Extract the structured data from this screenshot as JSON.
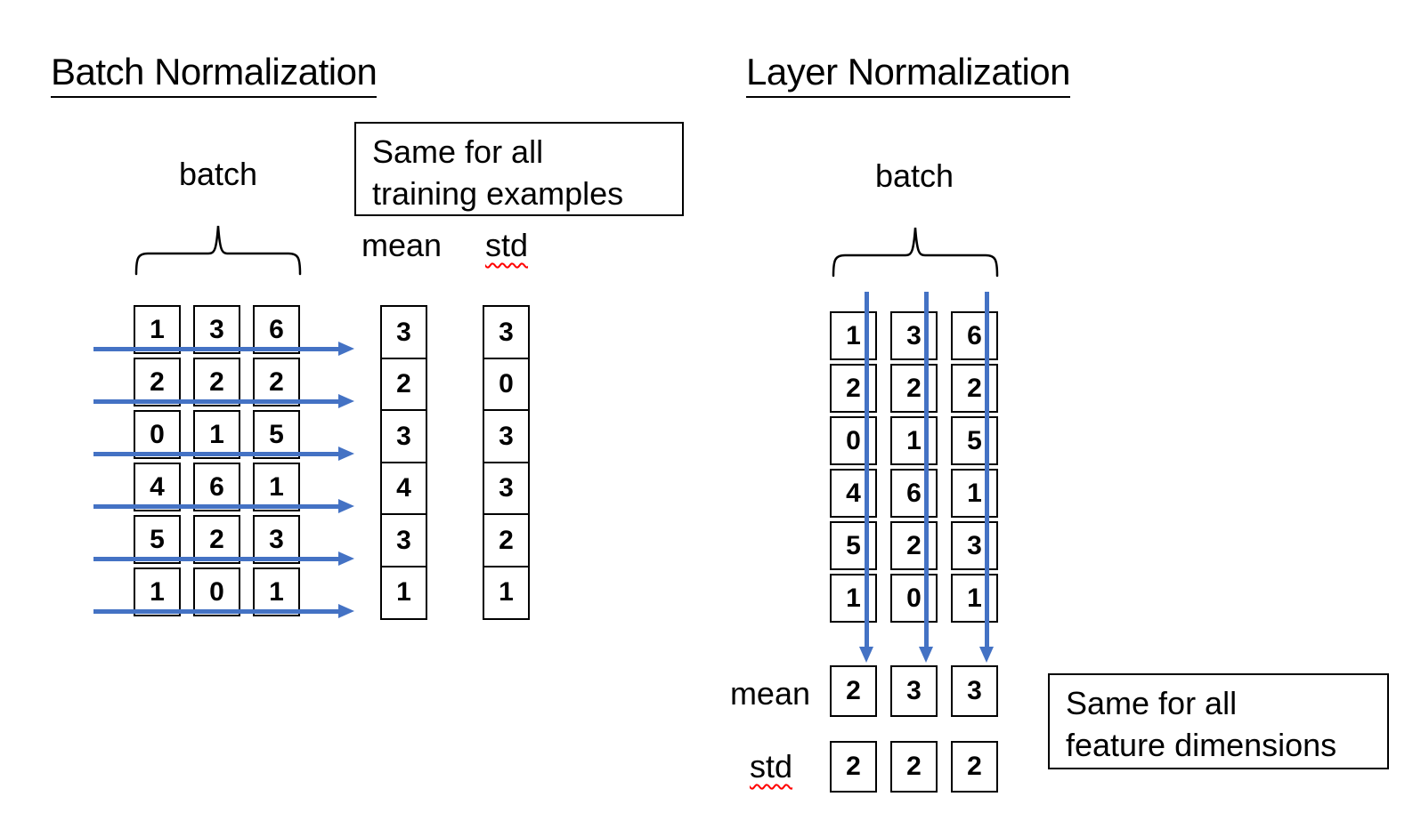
{
  "left": {
    "title": "Batch Normalization",
    "batch_label": "batch",
    "note": {
      "line1": "Same for all",
      "line2": "training examples"
    },
    "mean_label": "mean",
    "std_label": "std",
    "matrix_columns": [
      [
        1,
        2,
        0,
        4,
        5,
        1
      ],
      [
        3,
        2,
        1,
        6,
        2,
        0
      ],
      [
        6,
        2,
        5,
        1,
        3,
        1
      ]
    ],
    "mean_column": [
      3,
      2,
      3,
      4,
      3,
      1
    ],
    "std_column": [
      3,
      0,
      3,
      3,
      2,
      1
    ]
  },
  "right": {
    "title": "Layer Normalization",
    "batch_label": "batch",
    "note": {
      "line1": "Same for all",
      "line2": "feature dimensions"
    },
    "mean_label": "mean",
    "std_label": "std",
    "matrix_columns": [
      [
        1,
        2,
        0,
        4,
        5,
        1
      ],
      [
        3,
        2,
        1,
        6,
        2,
        0
      ],
      [
        6,
        2,
        5,
        1,
        3,
        1
      ]
    ],
    "mean_row": [
      2,
      3,
      3
    ],
    "std_row": [
      2,
      2,
      2
    ]
  },
  "colors": {
    "background": "#ffffff",
    "text": "#000000",
    "arrow_blue": "#4472C4",
    "squiggle_red": "#ff0000"
  }
}
